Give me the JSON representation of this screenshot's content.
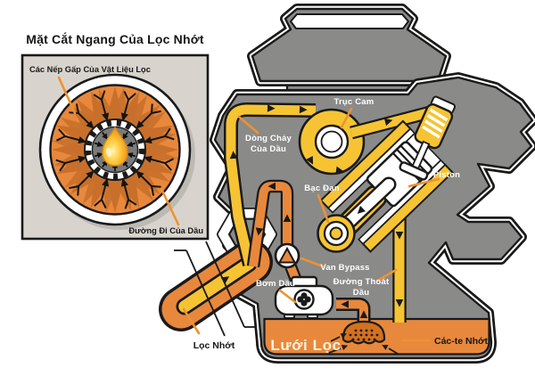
{
  "colors": {
    "oil_yellow": "#F6C433",
    "oil_orange": "#E8883C",
    "strainer_orange": "#D4711F",
    "engine_gray": "#8A8A89",
    "outline": "#1A1A1A",
    "inset_background": "#D8D4CD",
    "leader_orange": "#EF9230",
    "cream_text": "#FBF2DC"
  },
  "inset": {
    "title": "Mặt Cắt Ngang Của Lọc Nhớt",
    "pleats_label": "Các Nếp Gấp Của Vật Liệu Lọc",
    "oil_path_label": "Đường Đi Của Dầu"
  },
  "engine": {
    "camshaft_label": "Trục Cam",
    "oil_flow_label_line1": "Dòng Chảy",
    "oil_flow_label_line2": "Của Dầu",
    "piston_label": "Piston",
    "bearing_label": "Bạc Đạn",
    "bypass_label": "Van Bypass",
    "pump_label": "Bơm Dầu",
    "drain_label_line1": "Đường Thoát",
    "drain_label_line2": "Dầu",
    "strainer_label": "Lưới Lọc",
    "sump_label": "Các-te Nhớt",
    "filter_label": "Lọc Nhớt"
  }
}
